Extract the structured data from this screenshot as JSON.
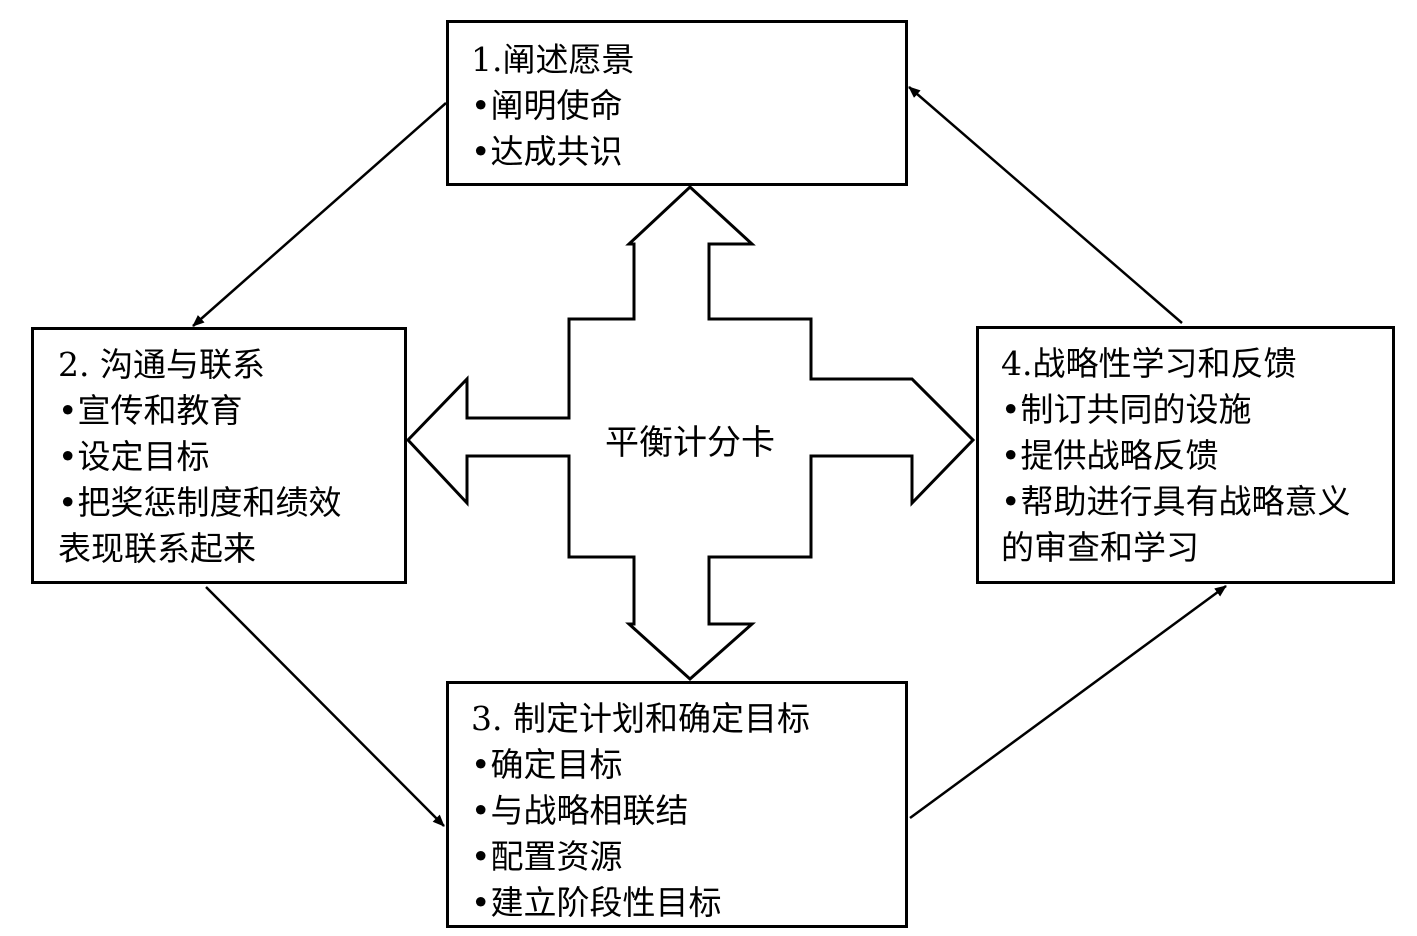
{
  "center": {
    "label": "平衡计分卡"
  },
  "boxes": [
    {
      "title": "1.阐述愿景",
      "items": [
        "•阐明使命",
        "•达成共识"
      ]
    },
    {
      "title": "2. 沟通与联系",
      "items": [
        "•宣传和教育",
        "•设定目标",
        "•把奖惩制度和绩效",
        " 表现联系起来"
      ]
    },
    {
      "title": "3. 制定计划和确定目标",
      "items": [
        "•确定目标",
        "•与战略相联结",
        "•配置资源",
        "•建立阶段性目标"
      ]
    },
    {
      "title": "4.战略性学习和反馈",
      "items": [
        "•制订共同的设施",
        "•提供战略反馈",
        "•帮助进行具有战略意义",
        "的审查和学习"
      ]
    }
  ],
  "colors": {
    "stroke": "#000000",
    "fill": "#ffffff"
  }
}
